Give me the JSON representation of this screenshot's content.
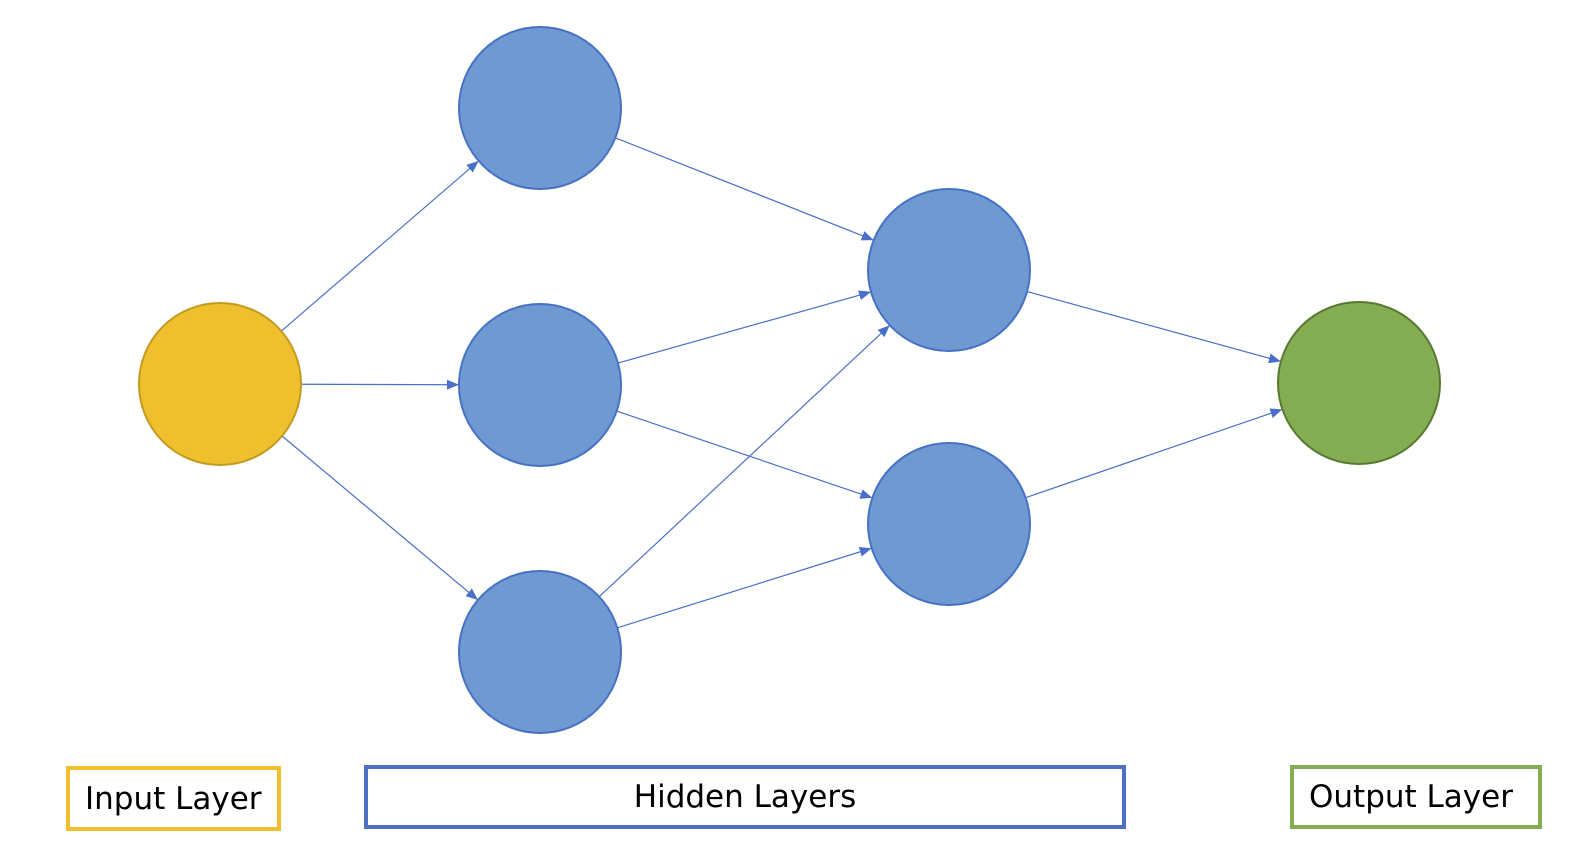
{
  "labels": {
    "input": "Input Layer",
    "hidden": "Hidden Layers",
    "output": "Output Layer"
  },
  "colors": {
    "input_fill": "#EFBF2E",
    "input_stroke": "#C29A1E",
    "hidden_fill": "#7099D2",
    "hidden_stroke": "#4472C4",
    "output_fill": "#84AD53",
    "output_stroke": "#557A2E",
    "edge": "#4A6FC8",
    "input_border": "#EFBF2E",
    "hidden_border": "#4F6FC0",
    "output_border": "#84AD53"
  },
  "nodes": [
    {
      "id": "input-1",
      "layer": "input"
    },
    {
      "id": "hidden1-1",
      "layer": "hidden"
    },
    {
      "id": "hidden1-2",
      "layer": "hidden"
    },
    {
      "id": "hidden1-3",
      "layer": "hidden"
    },
    {
      "id": "hidden2-1",
      "layer": "hidden"
    },
    {
      "id": "hidden2-2",
      "layer": "hidden"
    },
    {
      "id": "output-1",
      "layer": "output"
    }
  ],
  "edges": [
    {
      "from": "input-1",
      "to": "hidden1-1"
    },
    {
      "from": "input-1",
      "to": "hidden1-2"
    },
    {
      "from": "input-1",
      "to": "hidden1-3"
    },
    {
      "from": "hidden1-1",
      "to": "hidden2-1"
    },
    {
      "from": "hidden1-2",
      "to": "hidden2-1"
    },
    {
      "from": "hidden1-2",
      "to": "hidden2-2"
    },
    {
      "from": "hidden1-3",
      "to": "hidden2-1"
    },
    {
      "from": "hidden1-3",
      "to": "hidden2-2"
    },
    {
      "from": "hidden2-1",
      "to": "output-1"
    },
    {
      "from": "hidden2-2",
      "to": "output-1"
    }
  ]
}
